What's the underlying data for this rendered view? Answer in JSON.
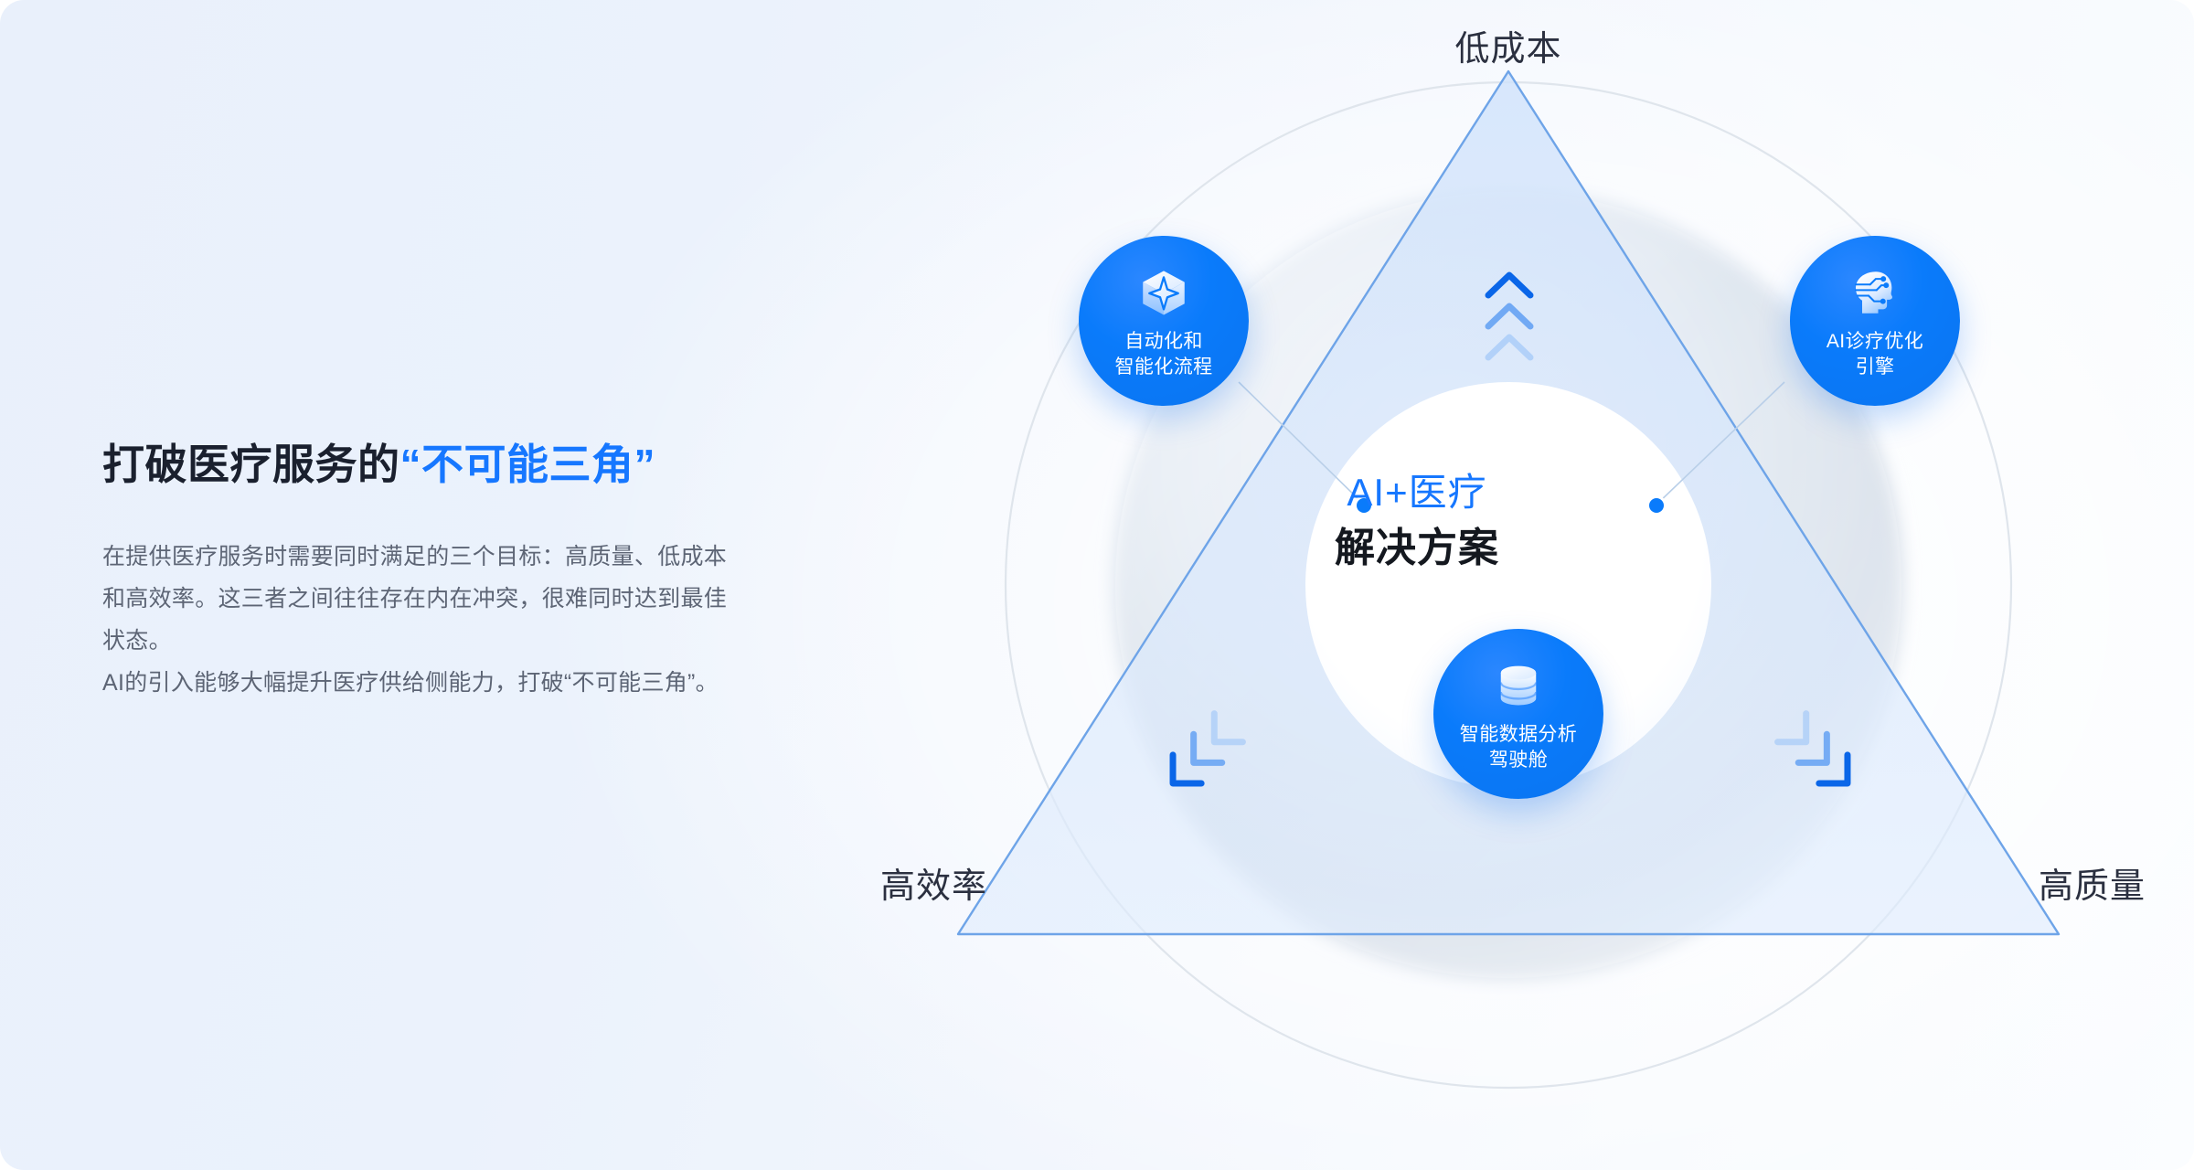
{
  "headline": {
    "prefix": "打破医疗服务的",
    "accent": "“不可能三角”"
  },
  "description": {
    "line1": "在提供医疗服务时需要同时满足的三个目标：高质量、低成本",
    "line2": "和高效率。这三者之间往往存在内在冲突，很难同时达到最佳",
    "line3": "状态。",
    "line4": "AI的引入能够大幅提升医疗供给侧能力，打破“不可能三角”。"
  },
  "diagram": {
    "center": {
      "line1": "AI+医疗",
      "line2": "解决方案"
    },
    "vertices": [
      {
        "id": "top",
        "label": "低成本"
      },
      {
        "id": "left",
        "label": "高效率"
      },
      {
        "id": "right",
        "label": "高质量"
      }
    ],
    "nodes": [
      {
        "id": "automation",
        "icon": "cube-sparkle-icon",
        "label": "自动化和\n智能化流程"
      },
      {
        "id": "ai-diagnosis",
        "icon": "ai-head-circuit-icon",
        "label": "AI诊疗优化\n引擎"
      },
      {
        "id": "data-analytics",
        "icon": "database-icon",
        "label": "智能数据分析\n驾驶舱"
      }
    ],
    "decorations": [
      {
        "id": "chevrons-top",
        "icon": "chevron-up-triple-icon"
      },
      {
        "id": "chevrons-left",
        "icon": "chevron-left-triple-icon"
      },
      {
        "id": "chevrons-right",
        "icon": "chevron-right-triple-icon"
      }
    ]
  },
  "colors": {
    "accent_blue": "#1677ff",
    "node_blue": "#0a7bfb",
    "triangle_fill": "#dbeafe",
    "triangle_stroke": "#5a9ae8",
    "ring_gray": "#dfe5ec",
    "text_dark": "#1a202e",
    "text_body": "#5d6575",
    "background": "#eaf1fc"
  }
}
